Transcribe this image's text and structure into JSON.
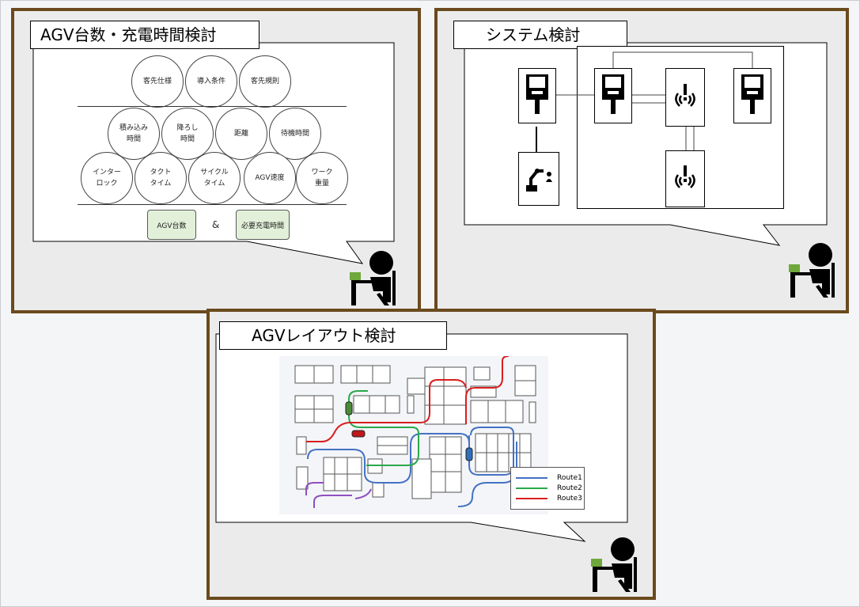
{
  "panels": {
    "agv_count": {
      "title": "AGV台数・充電時間検討",
      "row1": [
        "客先仕様",
        "導入条件",
        "客先規則"
      ],
      "row2": [
        "積み込み\n時間",
        "降ろし\n時間",
        "距離",
        "待機時間"
      ],
      "row3": [
        "インター\nロック",
        "タクト\nタイム",
        "サイクル\nタイム",
        "AGV速度",
        "ワーク\n重量"
      ],
      "result_left": "AGV台数",
      "ampersand": "&",
      "result_right": "必要充電時間"
    },
    "system": {
      "title": "システム検討",
      "icons": [
        "terminal-icon",
        "robot-arm-icon",
        "signal-beacon-icon"
      ]
    },
    "layout": {
      "title": "AGVレイアウト検討",
      "legend": [
        {
          "label": "Route1",
          "color": "#4472c4"
        },
        {
          "label": "Route2",
          "color": "#2aa84a"
        },
        {
          "label": "Route3",
          "color": "#d81e1e"
        }
      ],
      "route_extra_color": "#8e4fbf"
    }
  },
  "colors": {
    "panel_border": "#6b4a1e",
    "panel_bg": "#ebebeb",
    "green_box": "#e2f0d9",
    "person_shirt": "#6fa83a"
  }
}
